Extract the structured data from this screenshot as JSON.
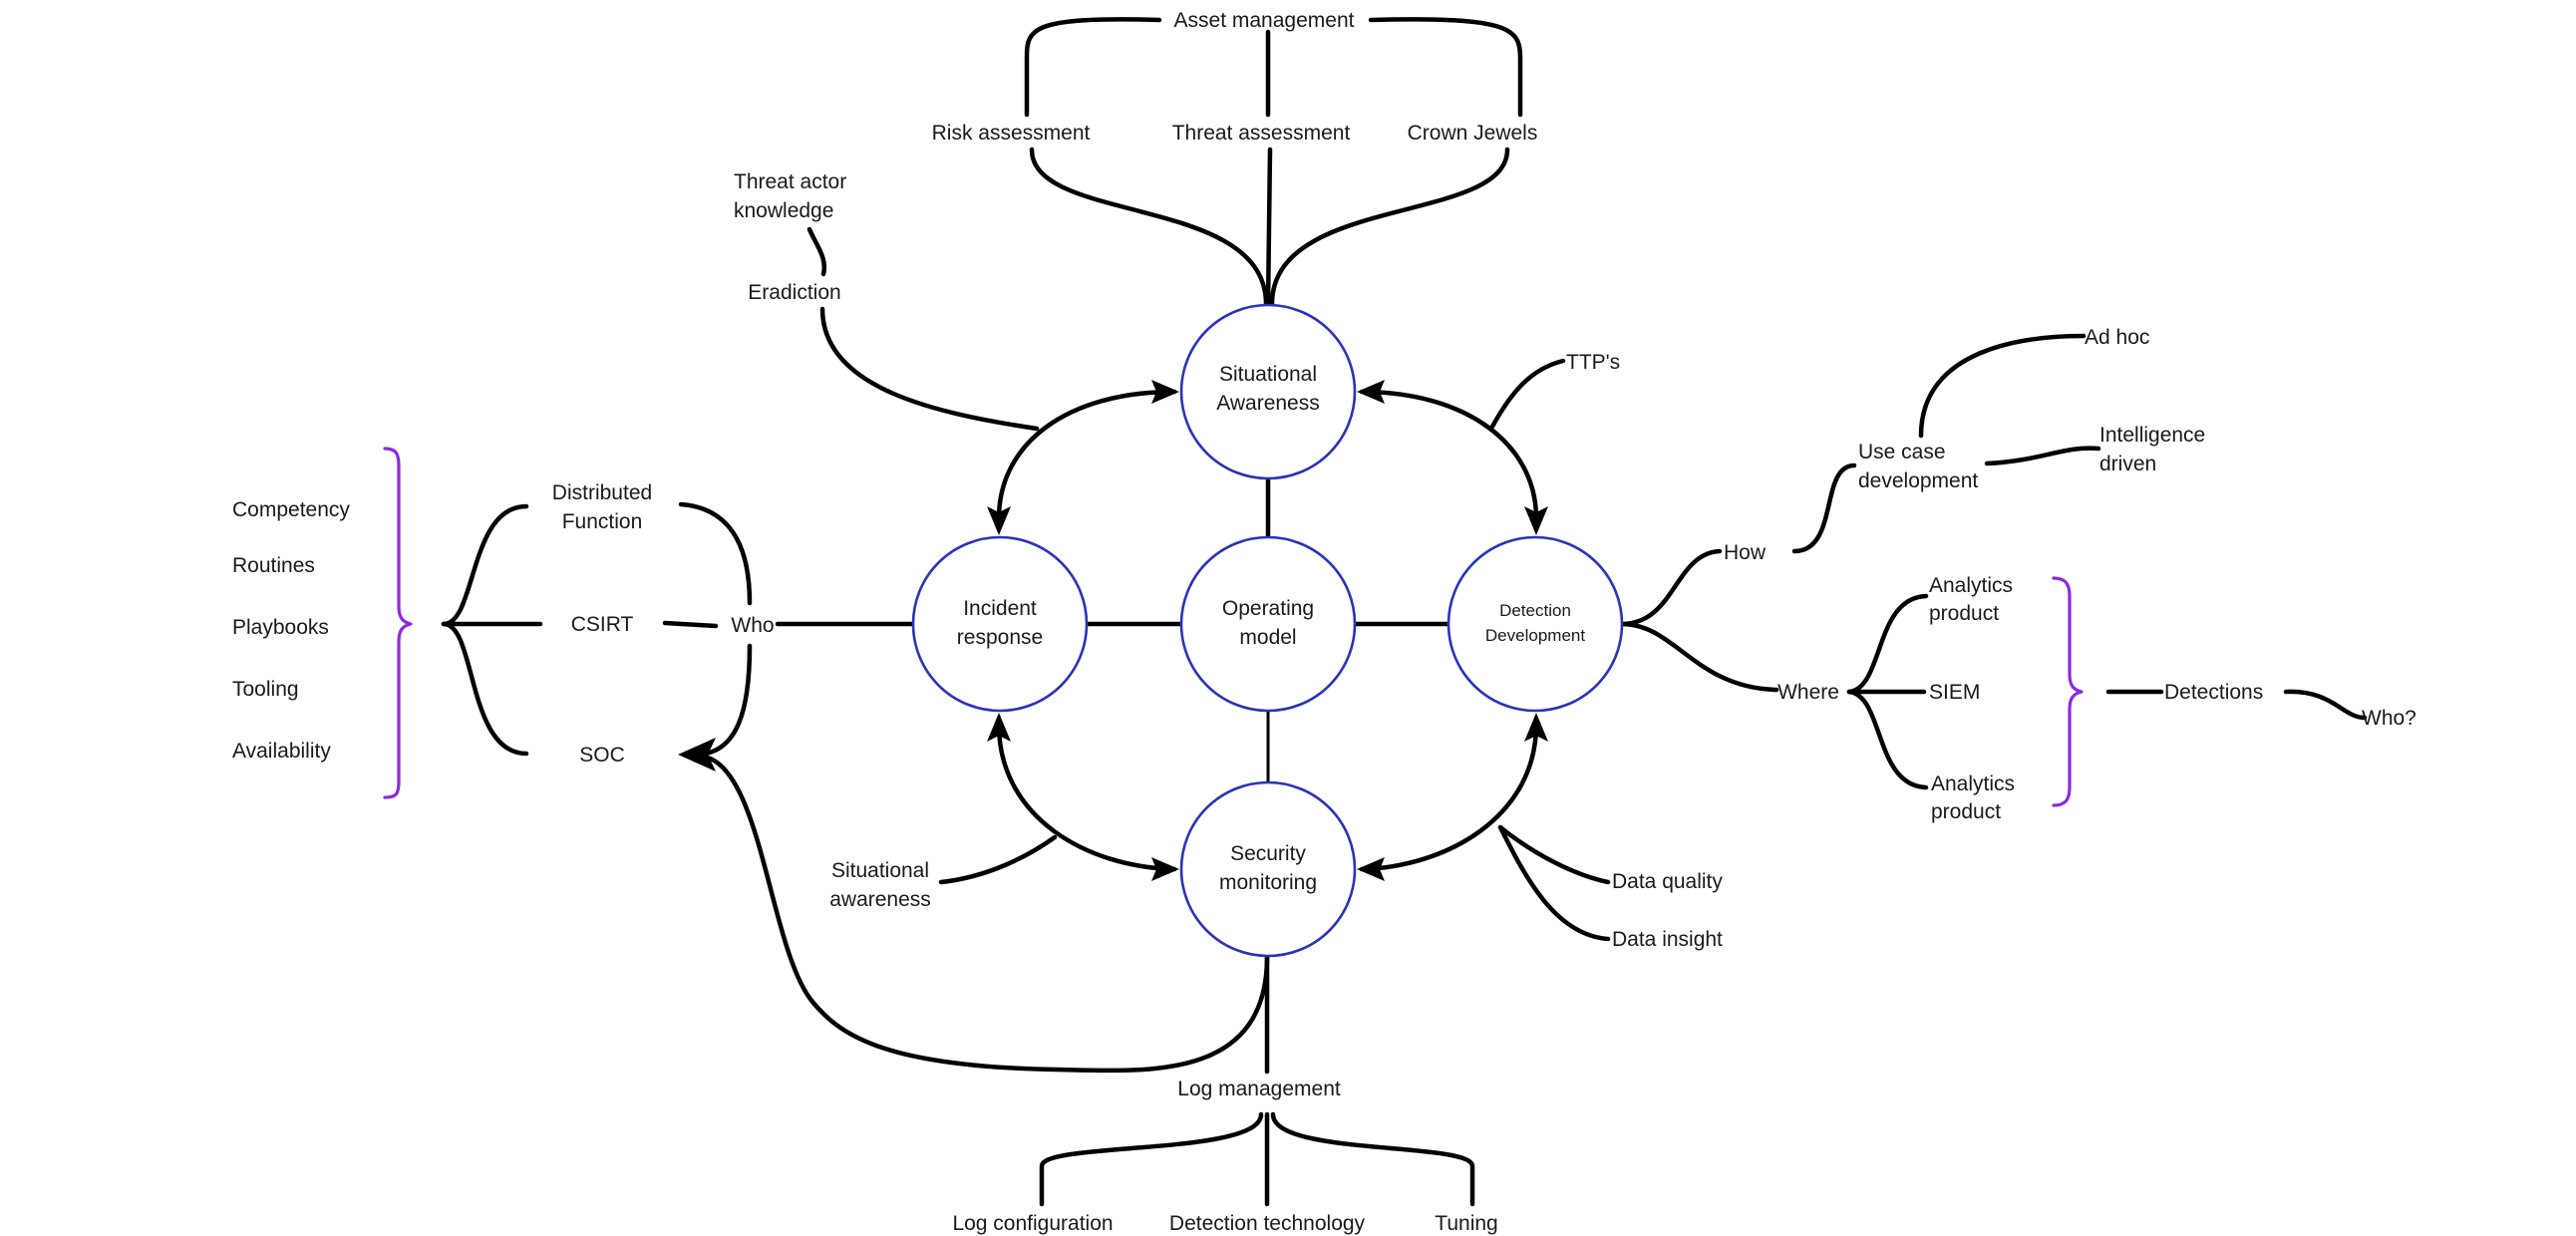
{
  "nodes": {
    "situational_awareness": [
      "Situational",
      "Awareness"
    ],
    "incident_response": [
      "Incident",
      "response"
    ],
    "operating_model": [
      "Operating",
      "model"
    ],
    "detection_development": [
      "Detection",
      "Development"
    ],
    "security_monitoring": [
      "Security",
      "monitoring"
    ]
  },
  "top": {
    "asset_management": "Asset management",
    "risk_assessment": "Risk assessment",
    "threat_assessment": "Threat assessment",
    "crown_jewels": "Crown Jewels",
    "threat_actor_knowledge": [
      "Threat actor",
      "knowledge"
    ],
    "eradiction": "Eradiction",
    "ttps": "TTP's"
  },
  "left": {
    "competency": "Competency",
    "routines": "Routines",
    "playbooks": "Playbooks",
    "tooling": "Tooling",
    "availability": "Availability",
    "distributed_function": [
      "Distributed",
      "Function"
    ],
    "csirt": "CSIRT",
    "who": "Who",
    "soc": "SOC"
  },
  "right": {
    "ad_hoc": "Ad hoc",
    "use_case_development": [
      "Use case",
      "development"
    ],
    "intelligence_driven": [
      "Intelligence",
      "driven"
    ],
    "how": "How",
    "where": "Where",
    "analytics_product_1": [
      "Analytics",
      "product"
    ],
    "siem": "SIEM",
    "analytics_product_2": [
      "Analytics",
      "product"
    ],
    "detections": "Detections",
    "who_q": "Who?"
  },
  "bottom": {
    "situational_awareness_small": [
      "Situational",
      "awareness"
    ],
    "data_quality": "Data quality",
    "data_insight": "Data insight",
    "log_management": "Log management",
    "log_configuration": "Log configuration",
    "detection_technology": "Detection technology",
    "tuning": "Tuning"
  },
  "colors": {
    "node_stroke": "#2b33b8",
    "brace": "#8a2be2",
    "edge": "#000000",
    "text": "#1a1a1a"
  }
}
